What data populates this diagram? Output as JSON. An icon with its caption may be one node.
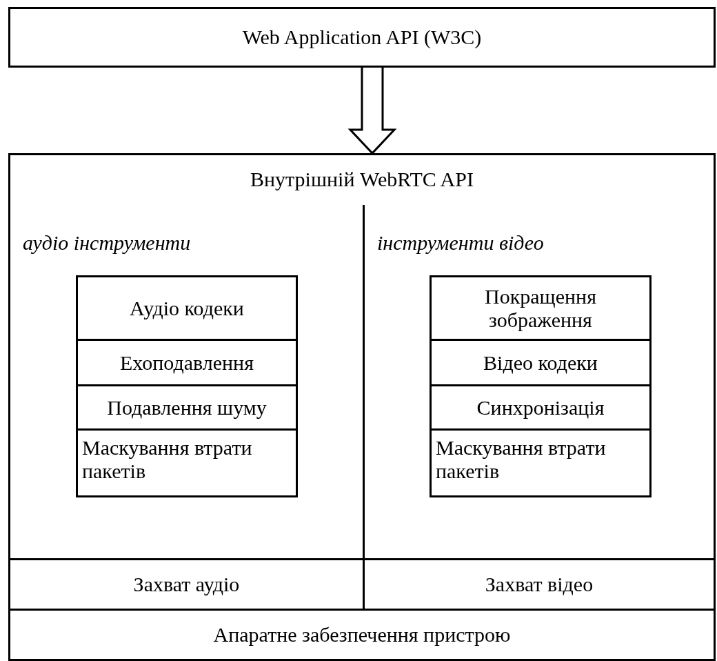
{
  "diagram": {
    "nodes": [
      {
        "text": [
          "Web Application API (W3C)"
        ]
      },
      {
        "text": [
          "Внутрішній WebRTC API"
        ]
      },
      {
        "text": [
          "аудіо інструменти"
        ],
        "in": 1
      },
      {
        "text": [
          "Аудіо кодеки"
        ],
        "in": 2
      },
      {
        "text": [
          "Ехоподавлення"
        ],
        "in": 2
      },
      {
        "text": [
          "Подавлення шуму"
        ],
        "in": 2
      },
      {
        "text": [
          "Маскування втрати пакетів"
        ],
        "in": 2
      },
      {
        "text": [
          "інструменти відео"
        ],
        "in": 1
      },
      {
        "text": [
          "Покращення зображення"
        ],
        "in": 7
      },
      {
        "text": [
          "Відео кодеки"
        ],
        "in": 7
      },
      {
        "text": [
          "Синхронізація"
        ],
        "in": 7
      },
      {
        "text": [
          "Маскування втрати пакетів"
        ],
        "in": 7
      },
      {
        "text": [
          "Захват аудіо"
        ],
        "in": 1
      },
      {
        "text": [
          "Захват відео"
        ],
        "in": 1
      },
      {
        "text": [
          "Апаратне забезпечення пристрою"
        ]
      }
    ],
    "edges": [
      {
        "from": 0,
        "to": 1,
        "arrow": "to",
        "style": "thick"
      }
    ]
  }
}
